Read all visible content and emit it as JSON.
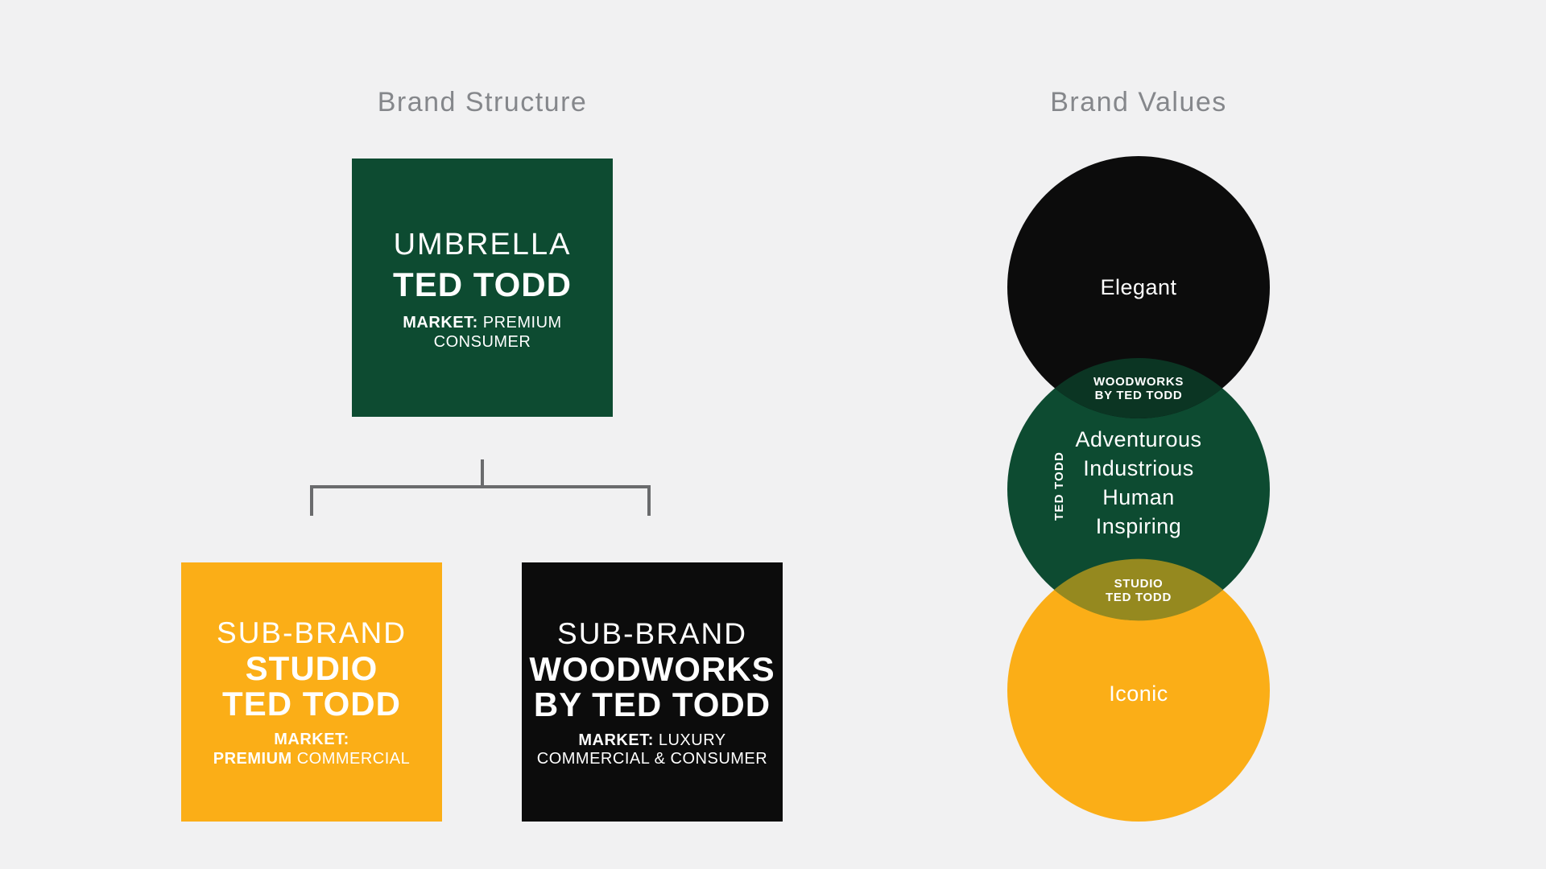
{
  "page": {
    "background": "#F1F1F2"
  },
  "brand_structure": {
    "title": "Brand Structure",
    "connector_color": "#6A6B6D",
    "umbrella_box": {
      "tier": "UMBRELLA",
      "name": "TED TODD",
      "market_label": "MARKET:",
      "market_value": "PREMIUM CONSUMER",
      "color": "#0D4B31",
      "text_color": "#FFFFFF"
    },
    "studio_box": {
      "tier": "SUB-BRAND",
      "name_line1": "STUDIO",
      "name_line2": "TED TODD",
      "market_label": "MARKET: PREMIUM",
      "market_value": "COMMERCIAL",
      "color": "#FBAE17",
      "text_color": "#FFFFFF"
    },
    "woodworks_box": {
      "tier": "SUB-BRAND",
      "name_line1": "WOODWORKS",
      "name_line2": "BY TED TODD",
      "market_label": "MARKET:",
      "market_value": "LUXURY",
      "market_line2": "COMMERCIAL & CONSUMER",
      "color": "#0C0C0C",
      "text_color": "#FFFFFF"
    }
  },
  "brand_values": {
    "title": "Brand Values",
    "elegant_circle": {
      "label": "Elegant",
      "color": "#0C0C0C"
    },
    "ted_todd_circle": {
      "side_label": "TED TODD",
      "values": [
        "Adventurous",
        "Industrious",
        "Human",
        "Inspiring"
      ],
      "color": "#0D4B31"
    },
    "iconic_circle": {
      "label": "Iconic",
      "color": "#FBAE17"
    },
    "woodworks_overlap": {
      "line1": "WOODWORKS",
      "line2": "BY TED TODD",
      "color": "#0B3523"
    },
    "studio_overlap": {
      "line1": "STUDIO",
      "line2": "TED TODD",
      "color": "#95891F"
    }
  }
}
